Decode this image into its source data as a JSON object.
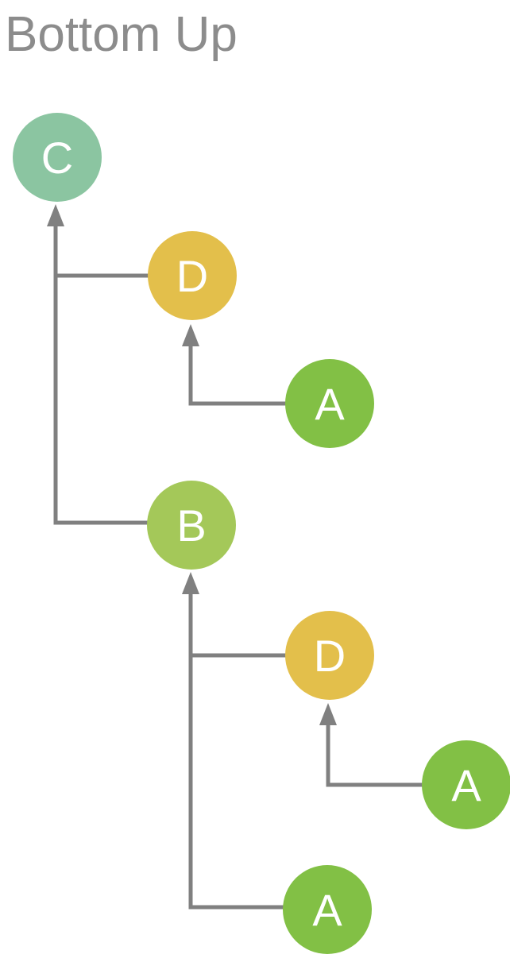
{
  "title": "Bottom Up",
  "colors": {
    "line": "#808080",
    "title": "#8c8c8c",
    "node_text": "#ffffff",
    "node_c": "#8bc5a1",
    "node_d": "#e3bf4b",
    "node_a": "#82c045",
    "node_b": "#a4c859"
  },
  "nodes": [
    {
      "id": "C",
      "label": "C",
      "color": "#8bc5a1"
    },
    {
      "id": "D1",
      "label": "D",
      "color": "#e3bf4b"
    },
    {
      "id": "A1",
      "label": "A",
      "color": "#82c045"
    },
    {
      "id": "B",
      "label": "B",
      "color": "#a4c859"
    },
    {
      "id": "D2",
      "label": "D",
      "color": "#e3bf4b"
    },
    {
      "id": "A2",
      "label": "A",
      "color": "#82c045"
    },
    {
      "id": "A3",
      "label": "A",
      "color": "#82c045"
    }
  ],
  "edges": [
    {
      "from": "D1",
      "to": "C"
    },
    {
      "from": "B",
      "to": "C"
    },
    {
      "from": "A1",
      "to": "D1"
    },
    {
      "from": "D2",
      "to": "B"
    },
    {
      "from": "A2",
      "to": "D2"
    },
    {
      "from": "A3",
      "to": "B"
    }
  ]
}
